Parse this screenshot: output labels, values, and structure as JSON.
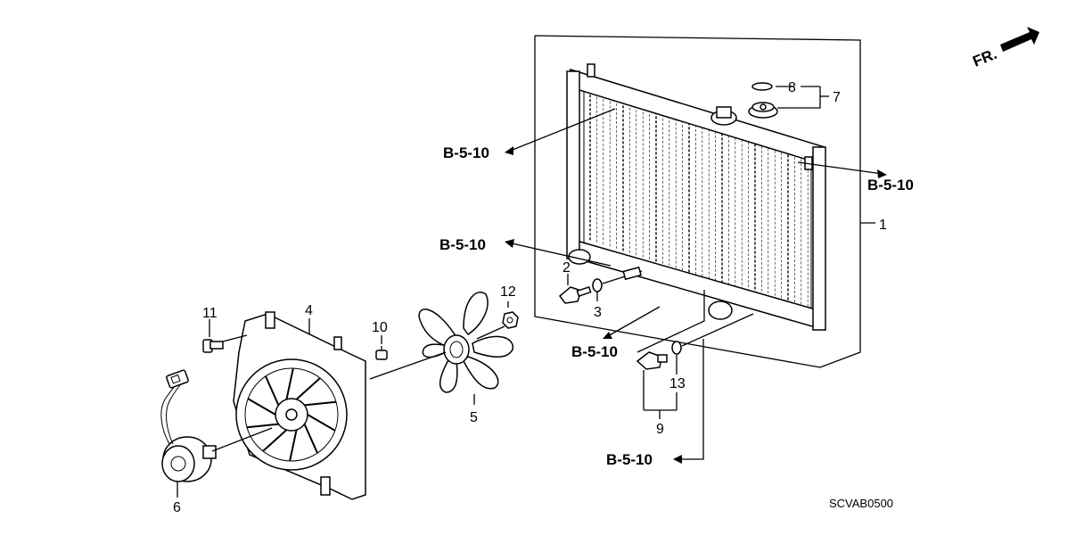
{
  "orientation": {
    "label": "FR."
  },
  "diagram_code": "SCVAB0500",
  "refs": {
    "r1": "B-5-10",
    "r2": "B-5-10",
    "r3": "B-5-10",
    "r4": "B-5-10",
    "r5": "B-5-10"
  },
  "callouts": {
    "c1": "1",
    "c2": "2",
    "c3": "3",
    "c4": "4",
    "c5": "5",
    "c6": "6",
    "c7": "7",
    "c8": "8",
    "c9": "9",
    "c10": "10",
    "c11": "11",
    "c12": "12",
    "c13": "13"
  }
}
